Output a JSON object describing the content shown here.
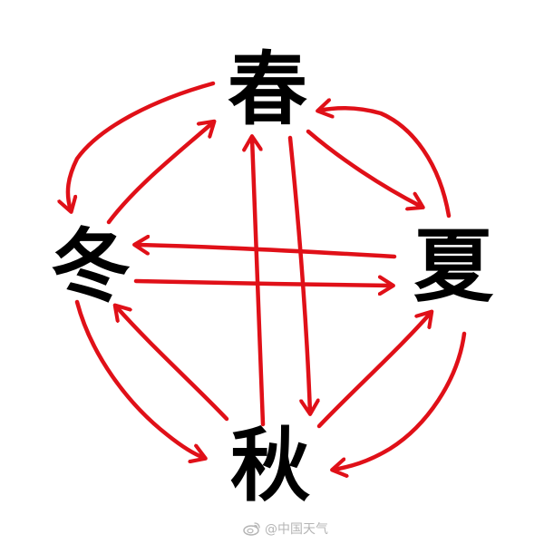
{
  "seasons": {
    "spring": "春",
    "summer": "夏",
    "autumn": "秋",
    "winter": "冬"
  },
  "watermark": {
    "text": "@中国天气",
    "icon": "weibo-icon"
  },
  "colors": {
    "arrow": "#e01018",
    "text": "#000000",
    "background": "#ffffff",
    "watermark": "#b5b5b5"
  }
}
